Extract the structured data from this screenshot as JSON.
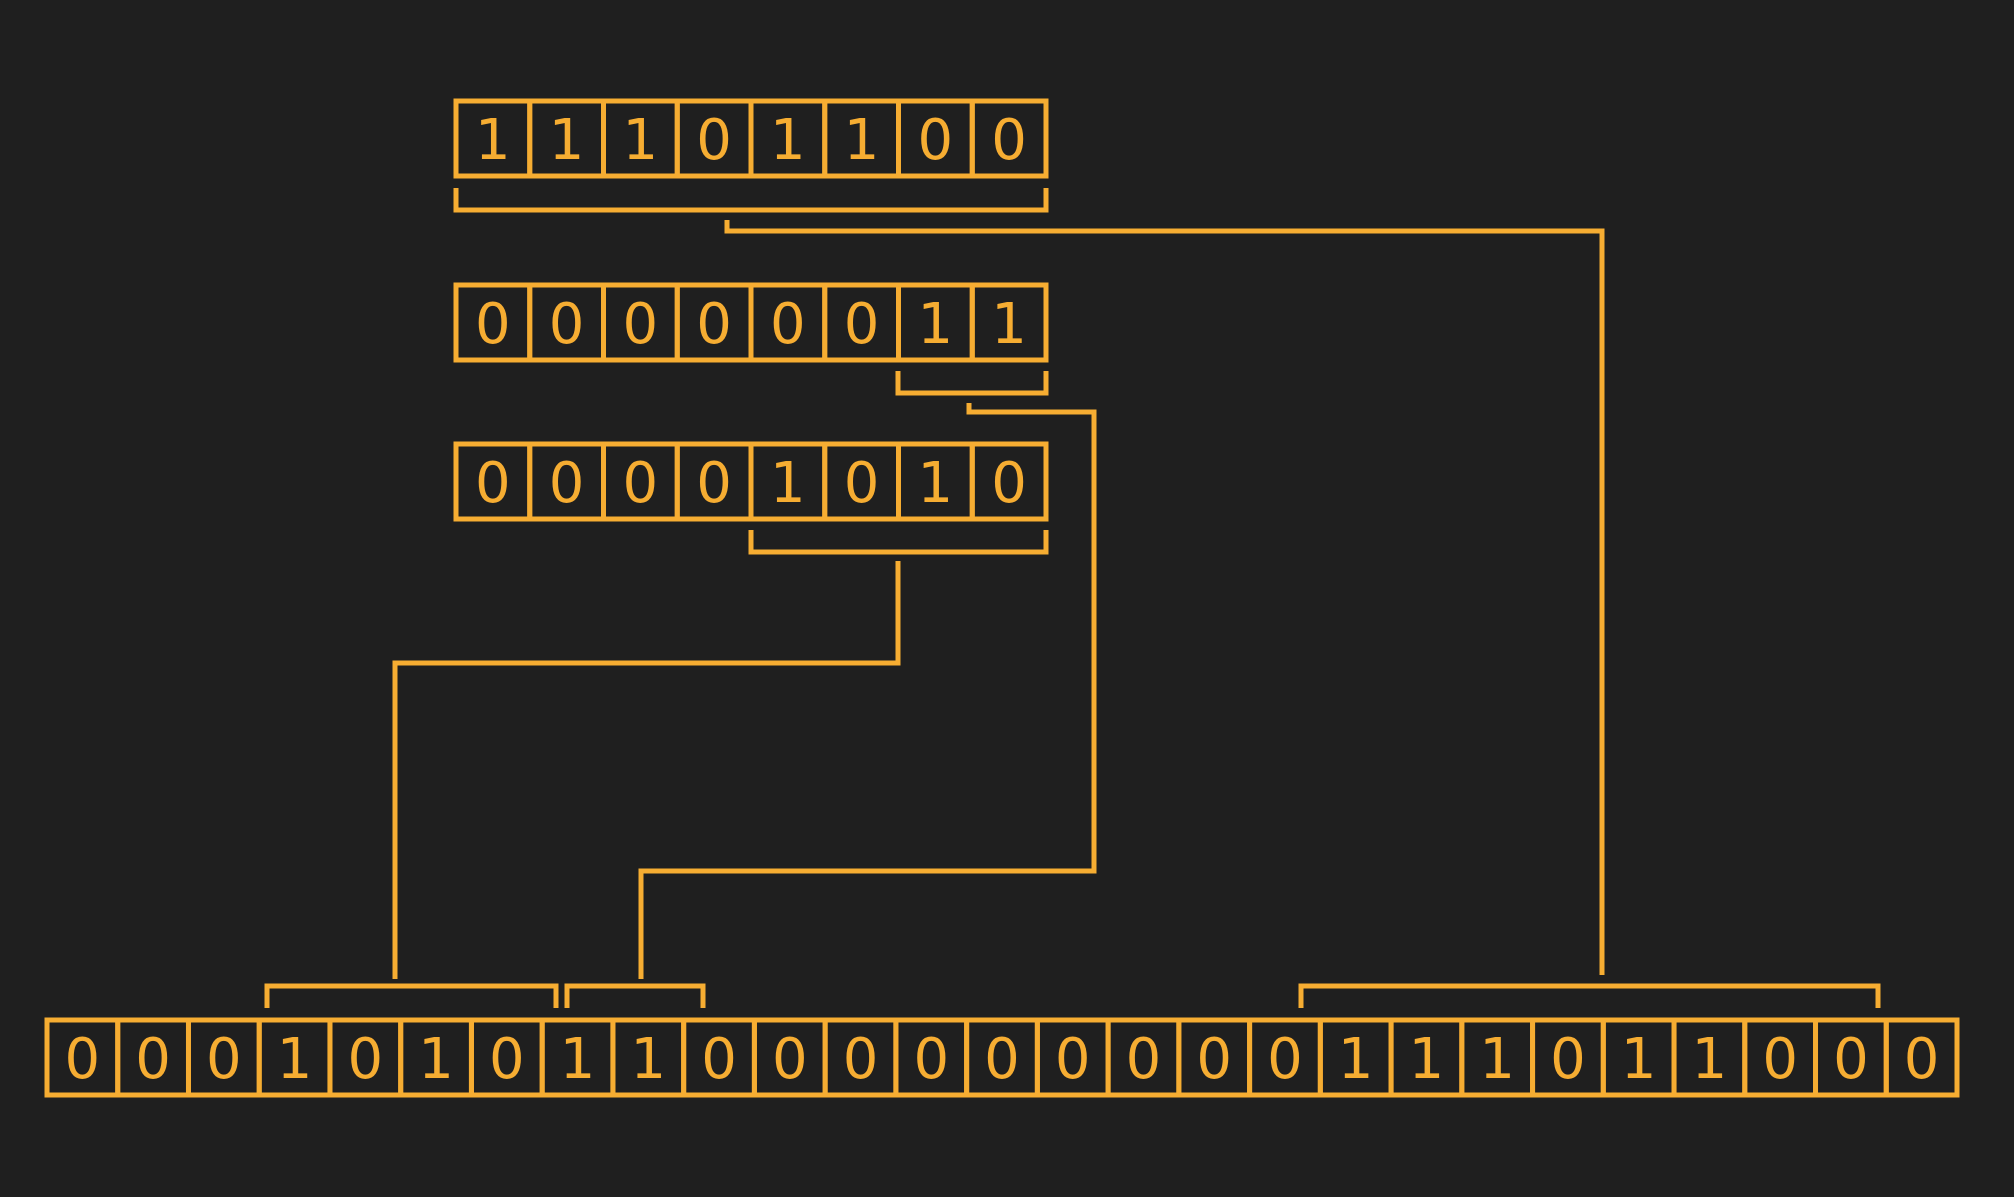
{
  "accent_color": "#f6ad32",
  "background_color": "#1f1f1f",
  "registers": {
    "byte_a": [
      "1",
      "1",
      "1",
      "0",
      "1",
      "1",
      "0",
      "0"
    ],
    "byte_b": [
      "0",
      "0",
      "0",
      "0",
      "0",
      "0",
      "1",
      "1"
    ],
    "byte_c": [
      "0",
      "0",
      "0",
      "0",
      "1",
      "0",
      "1",
      "0"
    ],
    "packed": [
      "0",
      "0",
      "0",
      "1",
      "0",
      "1",
      "0",
      "1",
      "1",
      "0",
      "0",
      "0",
      "0",
      "0",
      "0",
      "0",
      "0",
      "0",
      "1",
      "1",
      "1",
      "0",
      "1",
      "1",
      "0",
      "0",
      "0"
    ]
  }
}
